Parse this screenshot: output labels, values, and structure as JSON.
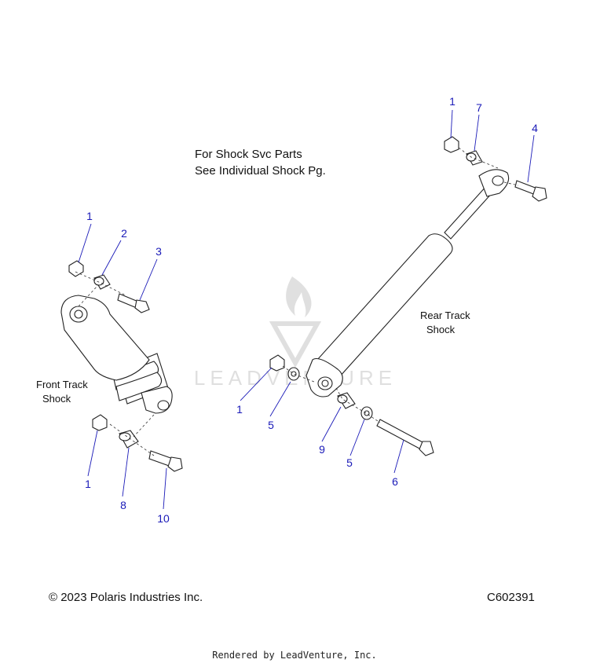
{
  "notes": {
    "line1": "For Shock Svc Parts",
    "line2": "See Individual Shock Pg."
  },
  "labels": {
    "front_line1": "Front Track",
    "front_line2": "Shock",
    "rear_line1": "Rear Track",
    "rear_line2": "Shock"
  },
  "watermark": {
    "text": "LEADVENTURE"
  },
  "callouts": [
    {
      "id": "c1a",
      "text": "1"
    },
    {
      "id": "c2",
      "text": "2"
    },
    {
      "id": "c3",
      "text": "3"
    },
    {
      "id": "c1b",
      "text": "1"
    },
    {
      "id": "c8",
      "text": "8"
    },
    {
      "id": "c10",
      "text": "10"
    },
    {
      "id": "c1c",
      "text": "1"
    },
    {
      "id": "c5a",
      "text": "5"
    },
    {
      "id": "c9",
      "text": "9"
    },
    {
      "id": "c5b",
      "text": "5"
    },
    {
      "id": "c6",
      "text": "6"
    },
    {
      "id": "c1d",
      "text": "1"
    },
    {
      "id": "c7",
      "text": "7"
    },
    {
      "id": "c4",
      "text": "4"
    }
  ],
  "footer": {
    "copyright": "© 2023 Polaris Industries Inc.",
    "code": "C602391",
    "rendered": "Rendered by LeadVenture, Inc."
  },
  "colors": {
    "callout": "#1a1ab8",
    "line": "#222222"
  }
}
